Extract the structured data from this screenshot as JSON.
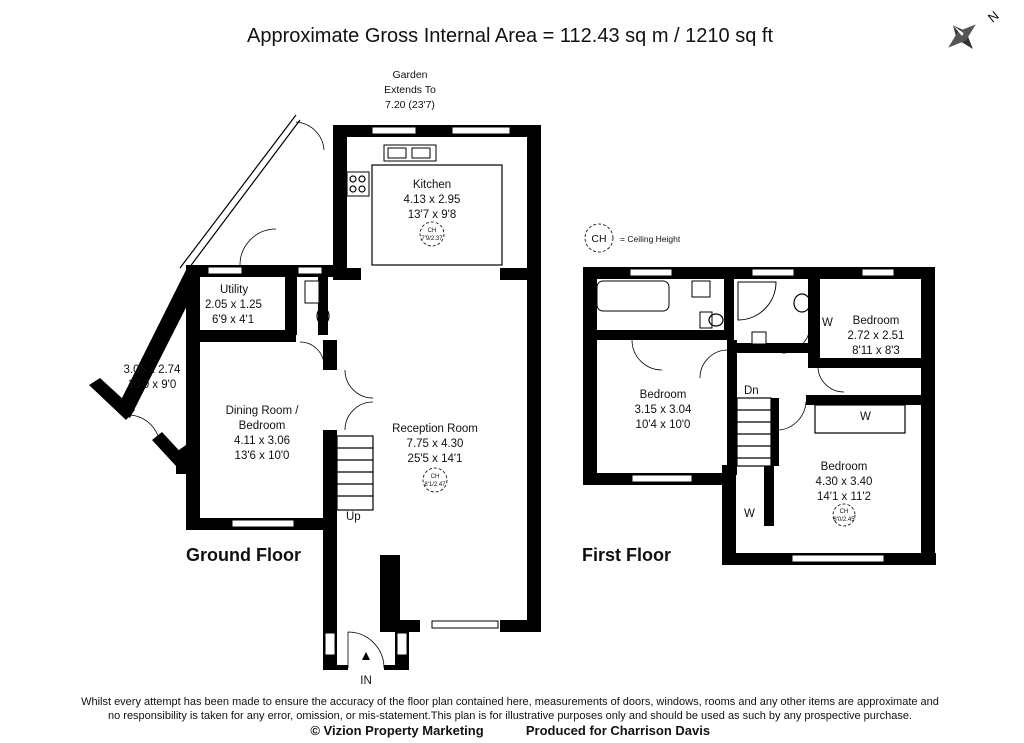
{
  "header": {
    "area_text": "Approximate Gross Internal Area = 112.43 sq m / 1210 sq ft"
  },
  "compass": {
    "letter": "N"
  },
  "garden": {
    "line1": "Garden",
    "line2": "Extends To",
    "line3": "7.20 (23'7)"
  },
  "legend": {
    "symbol": "CH",
    "text": "= Ceiling Height"
  },
  "ground_floor": {
    "title": "Ground Floor",
    "rooms": {
      "kitchen": {
        "name": "Kitchen",
        "metric": "4.13 x 2.95",
        "imperial": "13'7 x 9'8",
        "ch_label": "CH",
        "ch_value": "7'9/2.37"
      },
      "utility": {
        "name": "Utility",
        "metric": "2.05 x 1.25",
        "imperial": "6'9 x 4'1"
      },
      "garage": {
        "metric": "3.05 x 2.74",
        "imperial": "10'0 x 9'0"
      },
      "dining": {
        "name1": "Dining Room /",
        "name2": "Bedroom",
        "metric": "4.11 x 3.06",
        "imperial": "13'6 x 10'0"
      },
      "reception": {
        "name": "Reception Room",
        "metric": "7.75 x 4.30",
        "imperial": "25'5 x 14'1",
        "ch_label": "CH",
        "ch_value": "8'1/2.47"
      }
    },
    "stairs_label": "Up",
    "entrance_label": "IN"
  },
  "first_floor": {
    "title": "First Floor",
    "rooms": {
      "bedroom_a": {
        "name": "Bedroom",
        "metric": "3.15 x 3.04",
        "imperial": "10'4 x 10'0"
      },
      "bedroom_b": {
        "name": "Bedroom",
        "metric": "2.72 x 2.51",
        "imperial": "8'11 x 8'3"
      },
      "bedroom_c": {
        "name": "Bedroom",
        "metric": "4.30 x 3.40",
        "imperial": "14'1 x 11'2",
        "ch_label": "CH",
        "ch_value": "8'0/2.45"
      }
    },
    "stairs_label": "Dn",
    "wardrobe_label": "W"
  },
  "footer": {
    "disclaimer1": "Whilst every attempt has been made to ensure the accuracy of the floor plan contained here, measurements of doors, windows, rooms and any other items are approximate and",
    "disclaimer2": "no responsibility is taken for any error, omission, or mis-statement.This plan is for illustrative purposes only and should be used as such by any prospective purchase.",
    "credit_left": "© Vizion Property Marketing",
    "credit_right": "Produced for Charrison Davis"
  }
}
